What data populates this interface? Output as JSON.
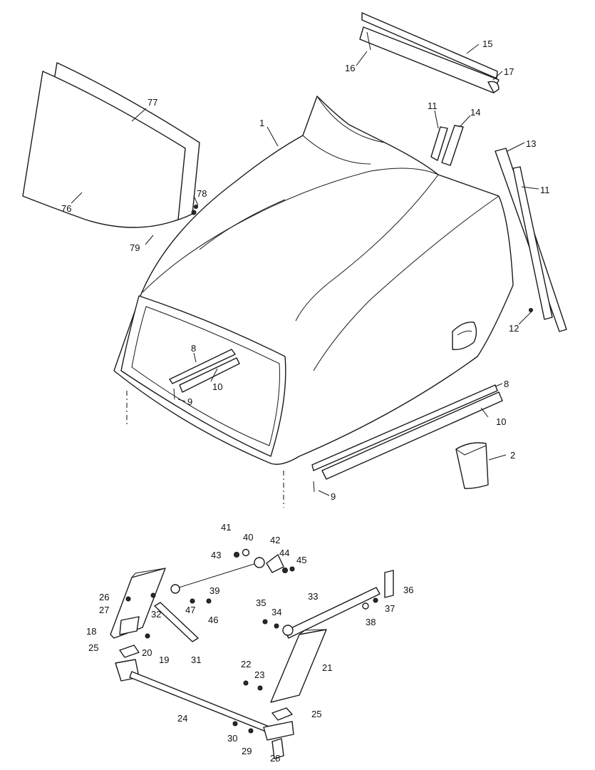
{
  "callouts": {
    "c1": "1",
    "c2": "2",
    "c8a": "8",
    "c8b": "8",
    "c9a": "9",
    "c9b": "9",
    "c10a": "10",
    "c10b": "10",
    "c11a": "11",
    "c11b": "11",
    "c12": "12",
    "c13": "13",
    "c14": "14",
    "c15": "15",
    "c16": "16",
    "c17": "17",
    "c18": "18",
    "c19": "19",
    "c20": "20",
    "c21": "21",
    "c22": "22",
    "c23": "23",
    "c24": "24",
    "c25a": "25",
    "c25b": "25",
    "c26": "26",
    "c27": "27",
    "c28": "28",
    "c29": "29",
    "c30": "30",
    "c31": "31",
    "c32": "32",
    "c33": "33",
    "c34": "34",
    "c35": "35",
    "c36": "36",
    "c37": "37",
    "c38": "38",
    "c39": "39",
    "c40": "40",
    "c41": "41",
    "c42": "42",
    "c43": "43",
    "c44": "44",
    "c45": "45",
    "c46": "46",
    "c47": "47",
    "c76": "76",
    "c77": "77",
    "c78": "78",
    "c79": "79"
  },
  "colors": {
    "ink": "#1a1a1a",
    "paper": "#ffffff",
    "shade": "#d9d9d9"
  }
}
